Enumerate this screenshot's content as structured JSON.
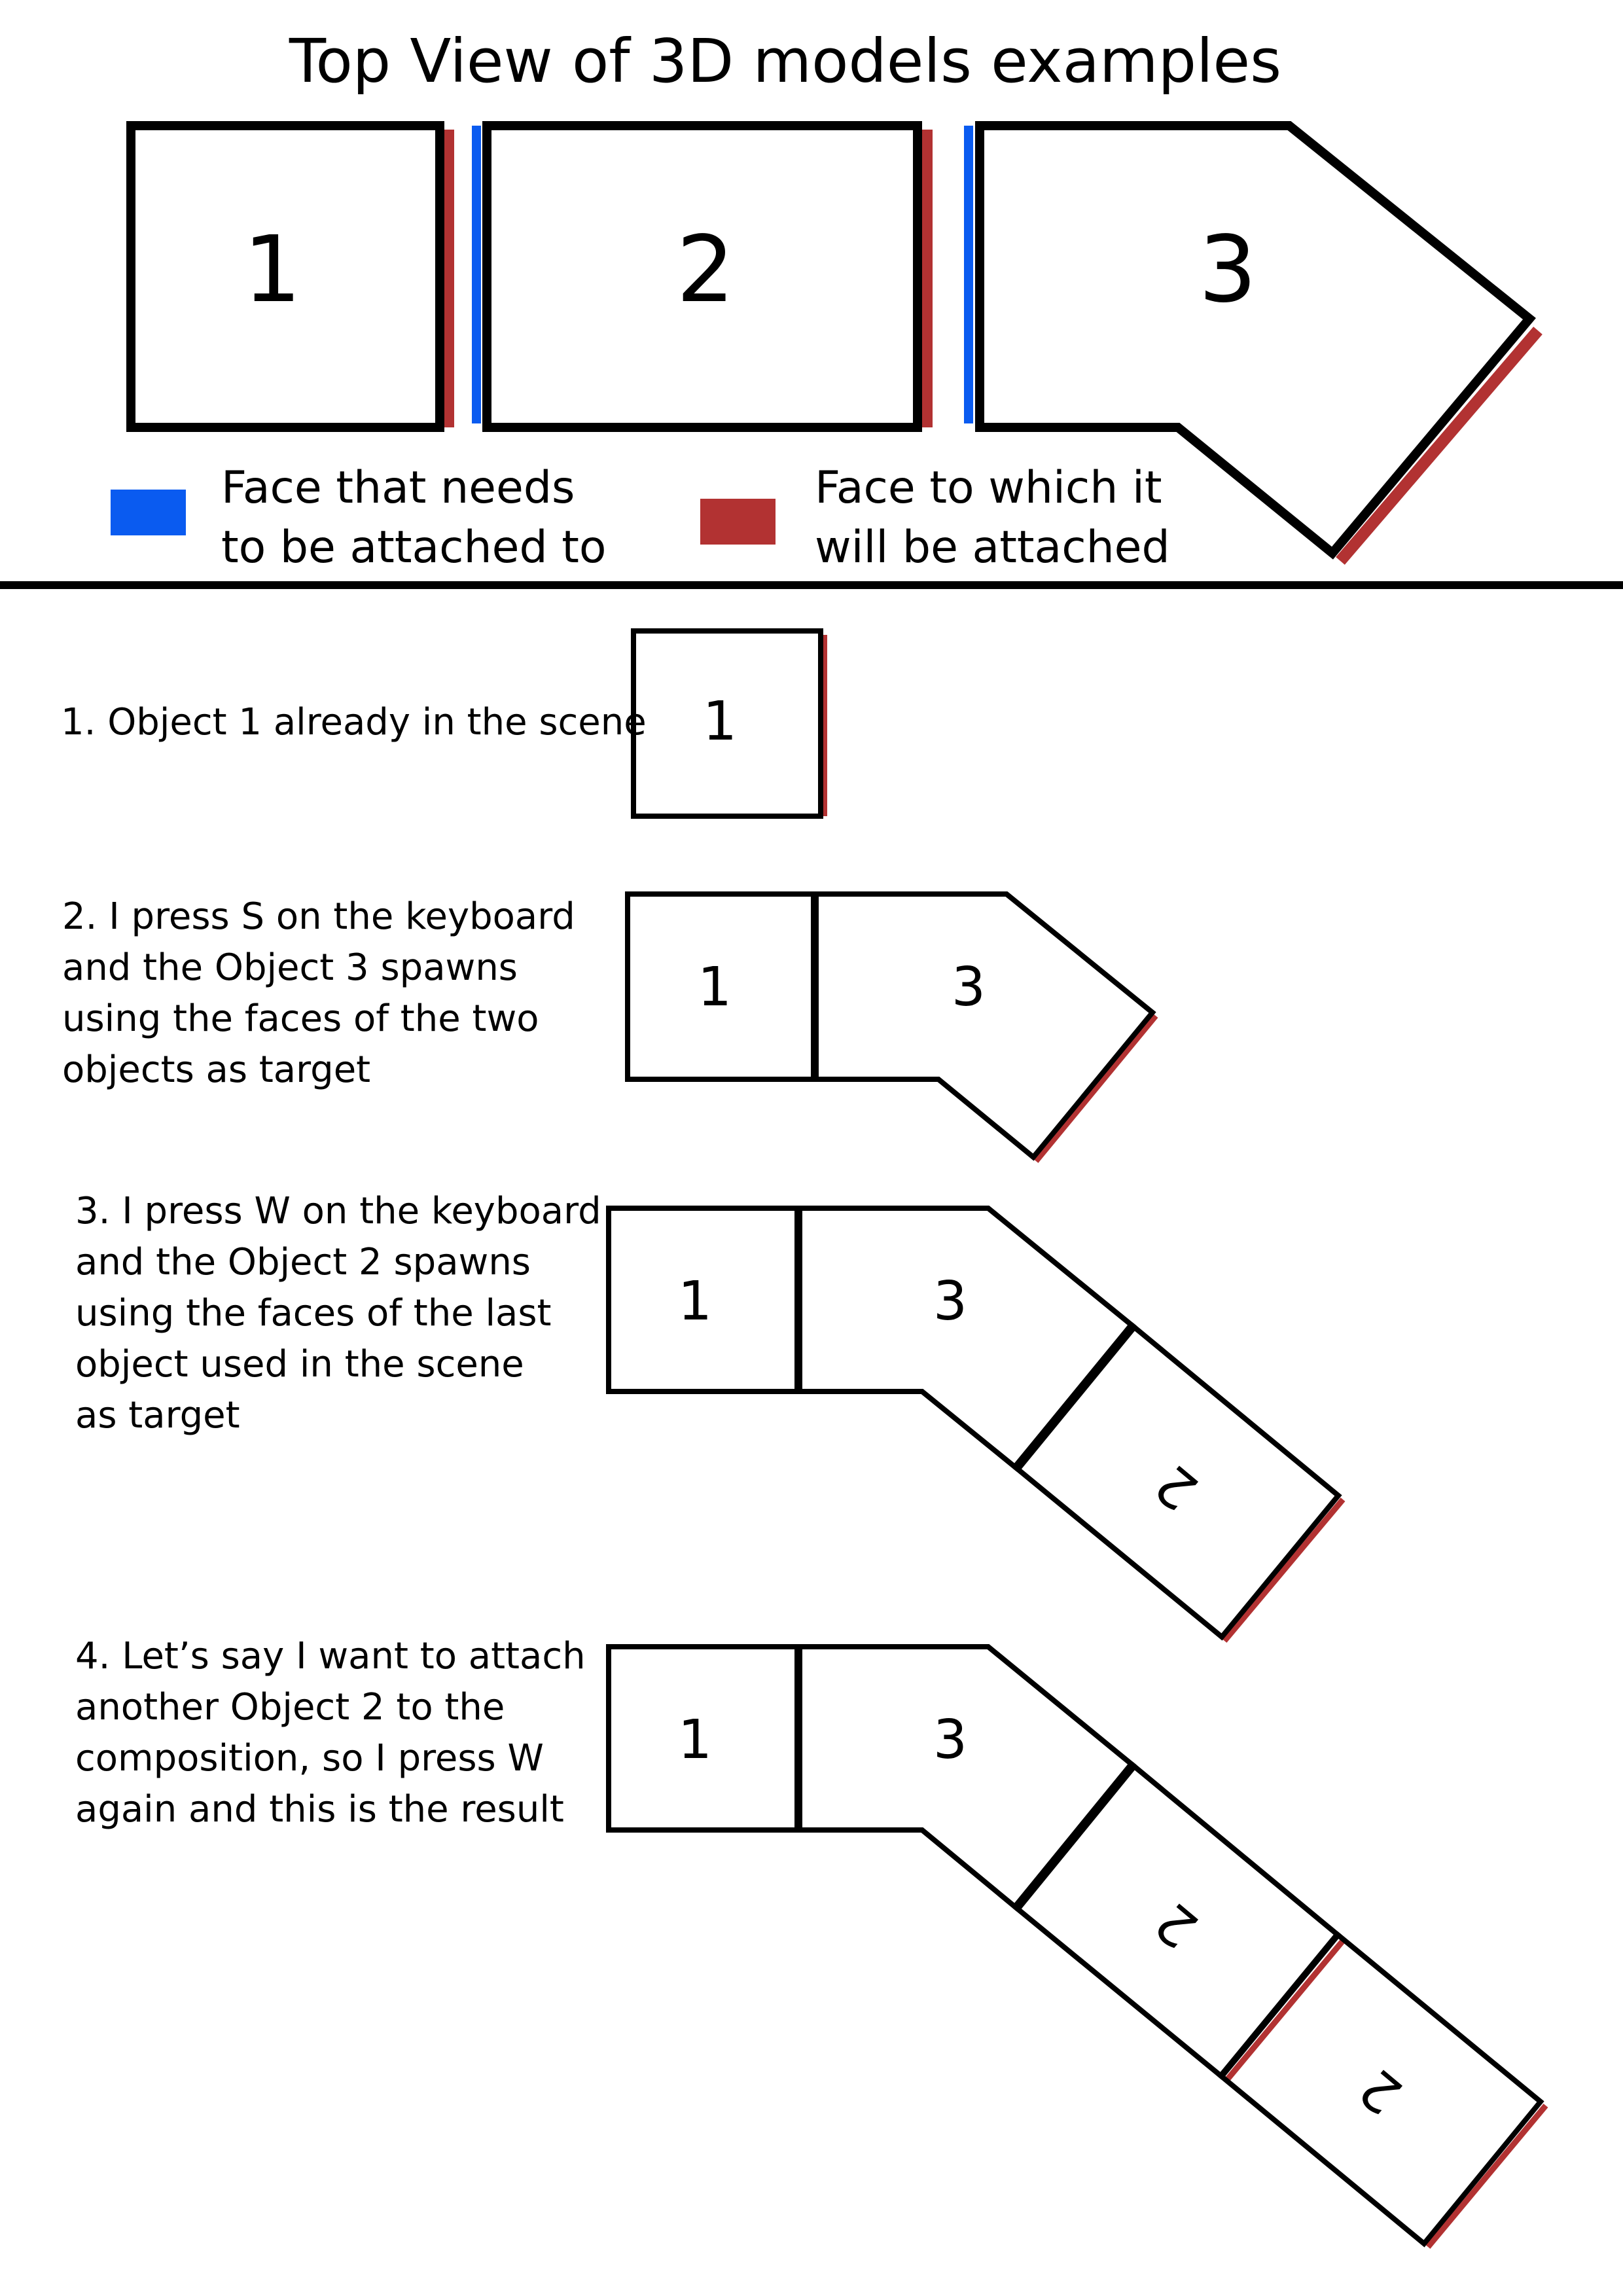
{
  "title": "Top View of 3D models examples",
  "colors": {
    "attach_face": "#0a5bf0",
    "target_face": "#b23232",
    "outline": "#000000"
  },
  "models": {
    "m1": "1",
    "m2": "2",
    "m3": "3"
  },
  "legend": {
    "blue": [
      "Face that needs",
      "to be attached to"
    ],
    "red": [
      "Face to which it",
      "will be attached"
    ]
  },
  "steps": [
    {
      "lines": [
        "1. Object 1 already in the scene"
      ],
      "labels": [
        "1"
      ]
    },
    {
      "lines": [
        "2. I press S on the keyboard",
        "and the Object 3 spawns",
        "using the faces of the two",
        "objects as target"
      ],
      "labels": [
        "1",
        "3"
      ]
    },
    {
      "lines": [
        "3. I press W on the keyboard",
        "and the Object 2 spawns",
        "using the faces of the last",
        "object used in the scene",
        "as target"
      ],
      "labels": [
        "1",
        "3",
        "2"
      ]
    },
    {
      "lines": [
        "4. Let’s say I want to attach",
        "another Object 2 to the",
        "composition, so I press W",
        "again and this is the result"
      ],
      "labels": [
        "1",
        "3",
        "2",
        "2"
      ]
    }
  ]
}
